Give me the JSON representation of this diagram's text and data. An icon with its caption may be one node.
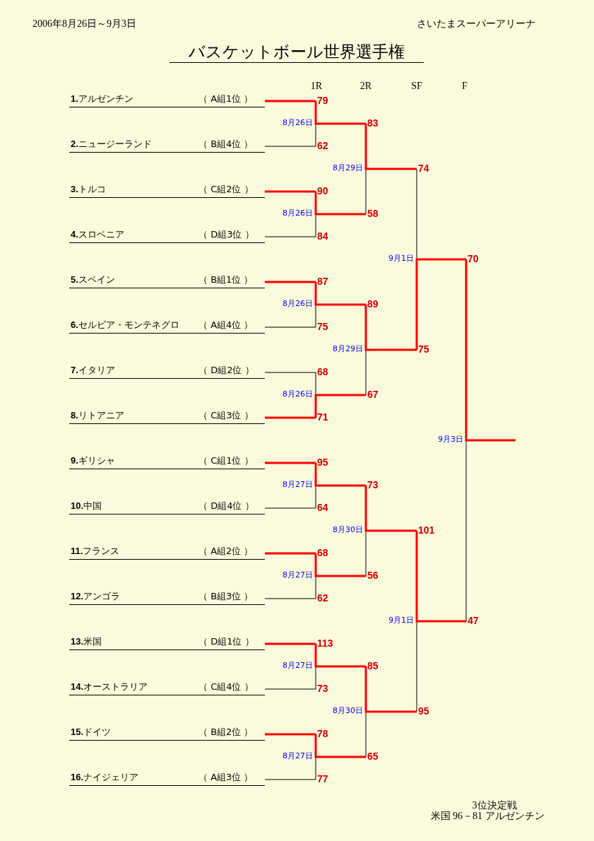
{
  "diagram": {
    "title": "バスケットボール世界選手権",
    "nodes": [
      {
        "text": [
          "**1.**アルゼンチン",
          "（ A組1位 ）"
        ]
      },
      {
        "text": [
          "**2.**ニュージーランド",
          "（ B組4位 ）"
        ]
      },
      {
        "text": [
          "**3.**トルコ",
          "（ C組2位 ）"
        ]
      },
      {
        "text": [
          "**4.**スロベニア",
          "（ D組3位 ）"
        ]
      },
      {
        "text": [
          "**5.**スペイン",
          "（ B組1位 ）"
        ]
      },
      {
        "text": [
          "**6.**セルビア・モンテネグロ",
          "（ A組4位 ）"
        ]
      },
      {
        "text": [
          "**7.**イタリア",
          "（ D組2位 ）"
        ]
      },
      {
        "text": [
          "**8.**リトアニア",
          "（ C組3位 ）"
        ]
      },
      {
        "text": [
          "**9.**ギリシャ",
          "（ C組1位 ）"
        ]
      },
      {
        "text": [
          "**10.**中国",
          "（ D組4位 ）"
        ]
      },
      {
        "text": [
          "**11.**フランス",
          "（ A組2位 ）"
        ]
      },
      {
        "text": [
          "**12.**アンゴラ",
          "（ B組3位 ）"
        ]
      },
      {
        "text": [
          "**13.**米国",
          "（ D組1位 ）"
        ]
      },
      {
        "text": [
          "**14.**オーストラリア",
          "（ C組4位 ）"
        ]
      },
      {
        "text": [
          "**15.**ドイツ",
          "（ B組2位 ）"
        ]
      },
      {
        "text": [
          "**16.**ナイジェリア",
          "（ A組3位 ）"
        ]
      },
      {
        "text": [
          "79"
        ]
      },
      {
        "text": [
          "62"
        ]
      },
      {
        "text": [
          "90"
        ]
      },
      {
        "text": [
          "84"
        ]
      },
      {
        "text": [
          "87"
        ]
      },
      {
        "text": [
          "75"
        ]
      },
      {
        "text": [
          "68"
        ]
      },
      {
        "text": [
          "71"
        ]
      },
      {
        "text": [
          "95"
        ]
      },
      {
        "text": [
          "64"
        ]
      },
      {
        "text": [
          "68"
        ]
      },
      {
        "text": [
          "62"
        ]
      },
      {
        "text": [
          "113"
        ]
      },
      {
        "text": [
          "73"
        ]
      },
      {
        "text": [
          "78"
        ]
      },
      {
        "text": [
          "77"
        ]
      },
      {
        "text": [
          "83"
        ]
      },
      {
        "text": [
          "58"
        ]
      },
      {
        "text": [
          "89"
        ]
      },
      {
        "text": [
          "67"
        ]
      },
      {
        "text": [
          "73"
        ]
      },
      {
        "text": [
          "56"
        ]
      },
      {
        "text": [
          "85"
        ]
      },
      {
        "text": [
          "65"
        ]
      },
      {
        "text": [
          "74"
        ]
      },
      {
        "text": [
          "75"
        ]
      },
      {
        "text": [
          "101"
        ]
      },
      {
        "text": [
          "95"
        ]
      },
      {
        "text": [
          "70"
        ]
      },
      {
        "text": [
          "47"
        ]
      }
    ],
    "edges": [
      {
        "from": 0,
        "to": 16,
        "arrow": "none",
        "style": "thick",
        "color": "#ff0000"
      },
      {
        "from": 1,
        "to": 17,
        "arrow": "none",
        "color": "#000000"
      },
      {
        "from": 2,
        "to": 18,
        "arrow": "none",
        "style": "thick",
        "color": "#ff0000"
      },
      {
        "from": 3,
        "to": 19,
        "arrow": "none",
        "color": "#000000"
      },
      {
        "from": 4,
        "to": 20,
        "arrow": "none",
        "style": "thick",
        "color": "#ff0000"
      },
      {
        "from": 5,
        "to": 21,
        "arrow": "none",
        "color": "#000000"
      },
      {
        "from": 6,
        "to": 22,
        "arrow": "none",
        "color": "#000000"
      },
      {
        "from": 7,
        "to": 23,
        "arrow": "none",
        "style": "thick",
        "color": "#ff0000"
      },
      {
        "from": 8,
        "to": 24,
        "arrow": "none",
        "style": "thick",
        "color": "#ff0000"
      },
      {
        "from": 9,
        "to": 25,
        "arrow": "none",
        "color": "#000000"
      },
      {
        "from": 10,
        "to": 26,
        "arrow": "none",
        "style": "thick",
        "color": "#ff0000"
      },
      {
        "from": 11,
        "to": 27,
        "arrow": "none",
        "color": "#000000"
      },
      {
        "from": 12,
        "to": 28,
        "arrow": "none",
        "style": "thick",
        "color": "#ff0000"
      },
      {
        "from": 13,
        "to": 29,
        "arrow": "none",
        "color": "#000000"
      },
      {
        "from": 14,
        "to": 30,
        "arrow": "none",
        "style": "thick",
        "color": "#ff0000"
      },
      {
        "from": 15,
        "to": 31,
        "arrow": "none",
        "color": "#000000"
      },
      {
        "from": 16,
        "to": 32,
        "arrow": "none",
        "style": "thick",
        "color": "#ff0000"
      },
      {
        "from": 17,
        "to": 32,
        "arrow": "none",
        "color": "#000000"
      },
      {
        "from": 18,
        "to": 33,
        "arrow": "none",
        "style": "thick",
        "color": "#ff0000"
      },
      {
        "from": 19,
        "to": 33,
        "arrow": "none",
        "color": "#000000"
      },
      {
        "from": 20,
        "to": 34,
        "arrow": "none",
        "style": "thick",
        "color": "#ff0000"
      },
      {
        "from": 21,
        "to": 34,
        "arrow": "none",
        "color": "#000000"
      },
      {
        "from": 22,
        "to": 35,
        "arrow": "none",
        "color": "#000000"
      },
      {
        "from": 23,
        "to": 35,
        "arrow": "none",
        "style": "thick",
        "color": "#ff0000"
      },
      {
        "from": 24,
        "to": 36,
        "arrow": "none",
        "style": "thick",
        "color": "#ff0000"
      },
      {
        "from": 25,
        "to": 36,
        "arrow": "none",
        "color": "#000000"
      },
      {
        "from": 26,
        "to": 37,
        "arrow": "none",
        "style": "thick",
        "color": "#ff0000"
      },
      {
        "from": 27,
        "to": 37,
        "arrow": "none",
        "color": "#000000"
      },
      {
        "from": 28,
        "to": 38,
        "arrow": "none",
        "style": "thick",
        "color": "#ff0000"
      },
      {
        "from": 29,
        "to": 38,
        "arrow": "none",
        "color": "#000000"
      },
      {
        "from": 30,
        "to": 39,
        "arrow": "none",
        "style": "thick",
        "color": "#ff0000"
      },
      {
        "from": 31,
        "to": 39,
        "arrow": "none",
        "color": "#000000"
      },
      {
        "from": 32,
        "to": 40,
        "arrow": "none",
        "style": "thick",
        "color": "#ff0000"
      },
      {
        "from": 33,
        "to": 40,
        "arrow": "none",
        "color": "#000000"
      },
      {
        "from": 34,
        "to": 41,
        "arrow": "none",
        "style": "thick",
        "color": "#ff0000"
      },
      {
        "from": 35,
        "to": 41,
        "arrow": "none",
        "color": "#000000"
      },
      {
        "from": 36,
        "to": 42,
        "arrow": "none",
        "style": "thick",
        "color": "#ff0000"
      },
      {
        "from": 37,
        "to": 42,
        "arrow": "none",
        "color": "#000000"
      },
      {
        "from": 38,
        "to": 43,
        "arrow": "none",
        "style": "thick",
        "color": "#ff0000"
      },
      {
        "from": 39,
        "to": 43,
        "arrow": "none",
        "color": "#000000"
      },
      {
        "from": 40,
        "to": 44,
        "arrow": "none",
        "color": "#000000"
      },
      {
        "from": 41,
        "to": 44,
        "arrow": "none",
        "style": "thick",
        "color": "#ff0000"
      },
      {
        "from": 42,
        "to": 45,
        "arrow": "none",
        "style": "thick",
        "color": "#ff0000"
      },
      {
        "from": 43,
        "to": 45,
        "arrow": "none",
        "color": "#000000"
      },
      {
        "from": 44,
        "to": null,
        "arrow": "none",
        "style": "thick",
        "color": "#ff0000"
      },
      {
        "from": 45,
        "to": null,
        "arrow": "none",
        "color": "#000000"
      }
    ],
    "labels": [
      "2006年8月26日～9月3日",
      "さいたまスーパーアリーナ",
      "1R",
      "2R",
      "SF",
      "F",
      "8月26日",
      "8月29日",
      "8月26日",
      "9月1日",
      "8月26日",
      "8月29日",
      "8月26日",
      "9月3日",
      "8月27日",
      "8月30日",
      "8月27日",
      "9月1日",
      "8月27日",
      "8月30日",
      "8月27日",
      "3位決定戦",
      "米国 96－81 アルゼンチン"
    ]
  }
}
